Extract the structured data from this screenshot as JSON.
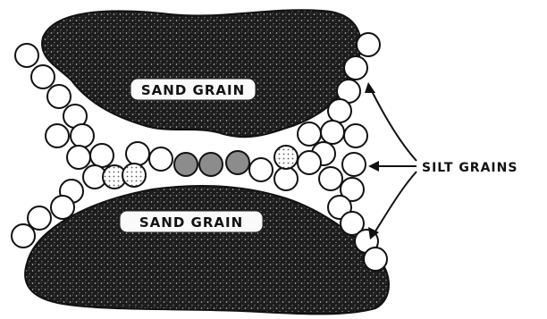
{
  "labels": {
    "upper_grain": "SAND GRAIN",
    "lower_grain": "SAND GRAIN",
    "silt": "SILT GRAINS"
  },
  "colors": {
    "grain_fill": "#1c1c1c",
    "grain_speckle": "#bdbdbd",
    "silt_fill": "#ffffff",
    "silt_shaded_fill": "#8c8c8c",
    "stroke": "#111111"
  }
}
